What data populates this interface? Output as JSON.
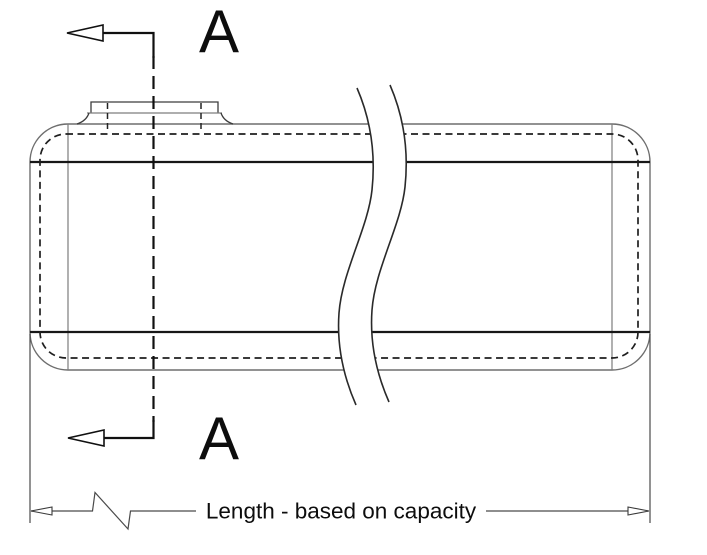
{
  "drawing": {
    "type": "technical-drawing-side-view-tank",
    "section_view": {
      "label_top": "A",
      "label_bottom": "A"
    },
    "dimension": {
      "label": "Length - based on capacity"
    },
    "colors": {
      "background": "#ffffff",
      "profile_line": "#6e6e6e",
      "heavy_tangent_line": "#171717",
      "hidden_dashed_line": "#1f1f1f",
      "cutting_plane_line": "#101010",
      "dimension_line": "#4a4a4a",
      "text": "#0d0d0d"
    }
  }
}
